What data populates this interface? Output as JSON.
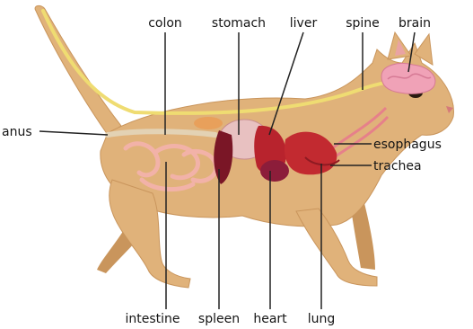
{
  "labels": {
    "colon": "colon",
    "stomach": "stomach",
    "liver": "liver",
    "spine": "spine",
    "brain": "brain",
    "anus": "anus",
    "esophagus": "esophagus",
    "trachea": "trachea",
    "intestine": "intestine",
    "spleen": "spleen",
    "heart": "heart",
    "lung": "lung"
  },
  "colors": {
    "body": "#e0b27a",
    "body_shadow": "#c9955c",
    "spine": "#efdc72",
    "organ_red": "#b8232d",
    "organ_dark": "#7a1626",
    "stomach": "#e8c1c1",
    "intestine": "#f2b2a8",
    "brain": "#f0a2b7",
    "leader_line": "#222222"
  }
}
